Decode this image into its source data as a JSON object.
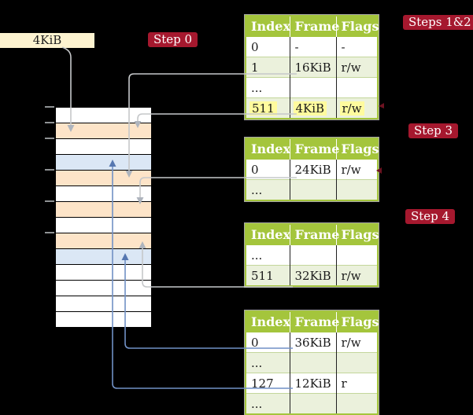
{
  "size_label": "4KiB",
  "badges": {
    "step0": "Step 0",
    "steps12": "Steps 1&2",
    "step3": "Step 3",
    "step4": "Step 4"
  },
  "memory": {
    "rows": [
      "white",
      "orange",
      "white",
      "blue",
      "orange",
      "white",
      "orange",
      "white",
      "orange",
      "blue",
      "white",
      "white",
      "white",
      "white"
    ]
  },
  "tables": [
    {
      "id": "page-table-steps-1-2",
      "headers": [
        "Index",
        "Frame",
        "Flags"
      ],
      "rows": [
        {
          "cells": [
            "0",
            "-",
            "-"
          ],
          "variant": "white",
          "highlight": false
        },
        {
          "cells": [
            "1",
            "16KiB",
            "r/w"
          ],
          "variant": "green",
          "highlight": false
        },
        {
          "cells": [
            "...",
            "",
            ""
          ],
          "variant": "white",
          "highlight": false
        },
        {
          "cells": [
            "511",
            "4KiB",
            "r/w"
          ],
          "variant": "green",
          "highlight": true
        }
      ]
    },
    {
      "id": "page-table-step-3",
      "headers": [
        "Index",
        "Frame",
        "Flags"
      ],
      "rows": [
        {
          "cells": [
            "0",
            "24KiB",
            "r/w"
          ],
          "variant": "white",
          "highlight": false
        },
        {
          "cells": [
            "...",
            "",
            ""
          ],
          "variant": "green",
          "highlight": false
        }
      ]
    },
    {
      "id": "page-table-step-4a",
      "headers": [
        "Index",
        "Frame",
        "Flags"
      ],
      "rows": [
        {
          "cells": [
            "...",
            "",
            ""
          ],
          "variant": "white",
          "highlight": false
        },
        {
          "cells": [
            "511",
            "32KiB",
            "r/w"
          ],
          "variant": "green",
          "highlight": false
        }
      ]
    },
    {
      "id": "page-table-step-4b",
      "headers": [
        "Index",
        "Frame",
        "Flags"
      ],
      "rows": [
        {
          "cells": [
            "0",
            "36KiB",
            "r/w"
          ],
          "variant": "white",
          "highlight": false
        },
        {
          "cells": [
            "...",
            "",
            ""
          ],
          "variant": "green",
          "highlight": false
        },
        {
          "cells": [
            "127",
            "12KiB",
            "r"
          ],
          "variant": "white",
          "highlight": false
        },
        {
          "cells": [
            "...",
            "",
            ""
          ],
          "variant": "green",
          "highlight": false
        }
      ]
    }
  ],
  "colors": {
    "badge_red": "#a5182e",
    "header_green": "#a4c53c",
    "row_green": "#ebf1dc",
    "row_orange": "#fde4c8",
    "row_blue": "#dbe7f5",
    "highlight_yellow": "#fffb9e",
    "cream": "#fdf3d0",
    "line_gray": "#c6c8ca",
    "line_blue": "#7191c5",
    "arrow_gray": "#aeb4bd",
    "arrow_blue": "#5677b0",
    "stub_red": "#6d1321"
  }
}
